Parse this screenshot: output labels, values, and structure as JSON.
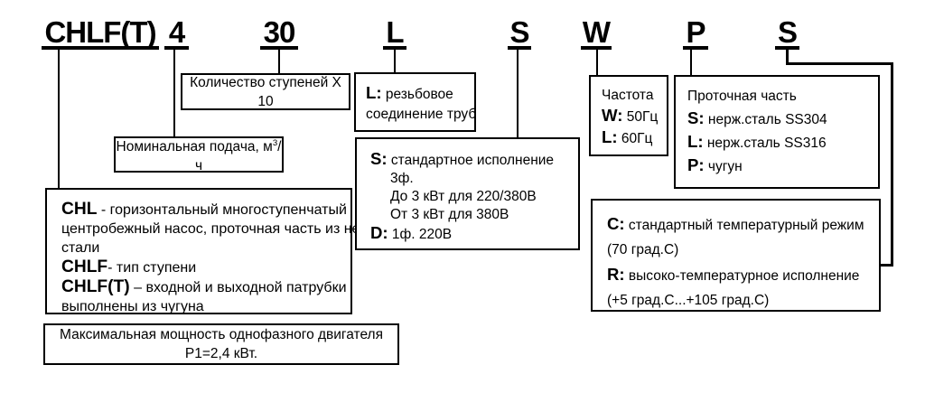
{
  "colors": {
    "ink": "#000000",
    "background": "#ffffff"
  },
  "code": {
    "segments": [
      {
        "id": "chlft",
        "text": "CHLF(T)"
      },
      {
        "id": "flow",
        "text": "4"
      },
      {
        "id": "stages",
        "text": "30"
      },
      {
        "id": "connection",
        "text": "L"
      },
      {
        "id": "power",
        "text": "S"
      },
      {
        "id": "frequency",
        "text": "W"
      },
      {
        "id": "material",
        "text": "P"
      },
      {
        "id": "temperature",
        "text": "S"
      }
    ]
  },
  "boxes": {
    "stages": {
      "text": "Количество ступеней X 10"
    },
    "flow": {
      "text_before": "Номинальная подача, м",
      "sup": "3",
      "text_after": "/ч"
    },
    "connection": {
      "lines": [
        {
          "prefix": "L:",
          "text": " резьбовое"
        },
        {
          "text": "соединение труб"
        }
      ]
    },
    "family": {
      "lines": [
        {
          "prefix": "CHL",
          "text": " - горизонтальный многоступенчатый"
        },
        {
          "text": "центробежный насос, проточная часть из нерж."
        },
        {
          "text": "стали"
        },
        {
          "prefix": "CHLF",
          "text": "- тип ступени"
        },
        {
          "prefix": "CHLF(T)",
          "text": " – входной и выходной патрубки"
        },
        {
          "text": "выполнены из чугуна"
        }
      ]
    },
    "power": {
      "lines": [
        {
          "prefix": "S:",
          "text": " стандартное исполнение"
        },
        {
          "text": "3ф.",
          "indent": true
        },
        {
          "text": "До 3 кВт для 220/380В",
          "indent": true
        },
        {
          "text": "От 3 кВт для 380В",
          "indent": true
        },
        {
          "prefix": "D:",
          "text": " 1ф. 220В"
        }
      ]
    },
    "frequency": {
      "lines": [
        {
          "text": "Частота"
        },
        {
          "prefix": "W:",
          "text": " 50Гц"
        },
        {
          "prefix": "L:",
          "text": " 60Гц"
        }
      ]
    },
    "material": {
      "lines": [
        {
          "text": "Проточная часть"
        },
        {
          "prefix": "S:",
          "text": " нерж.сталь SS304"
        },
        {
          "prefix": "L:",
          "text": " нерж.сталь SS316"
        },
        {
          "prefix": "P:",
          "text": " чугун"
        }
      ]
    },
    "temperature": {
      "lines": [
        {
          "prefix": "C:",
          "text": " стандартный температурный режим"
        },
        {
          "text": "(70 град.С)"
        },
        {
          "prefix": "R:",
          "text": " высоко-температурное исполнение"
        },
        {
          "text": "(+5 град.С...+105 град.С)"
        }
      ]
    },
    "note": {
      "text": "Максимальная мощность однофазного двигателя P1=2,4 кВт."
    }
  }
}
